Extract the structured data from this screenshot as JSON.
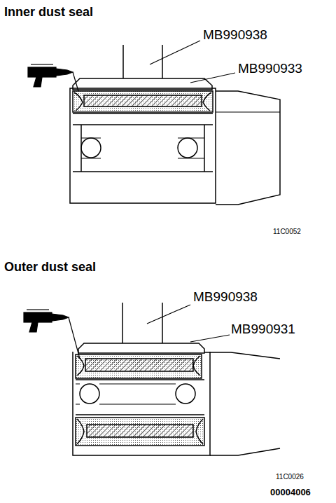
{
  "diagram": {
    "labels": [
      "Inner dust seal",
      "MB990938",
      "MB990933",
      "11C0052",
      "Outer dust seal",
      "MB990938",
      "MB990931",
      "11C0026",
      "00004006"
    ]
  }
}
